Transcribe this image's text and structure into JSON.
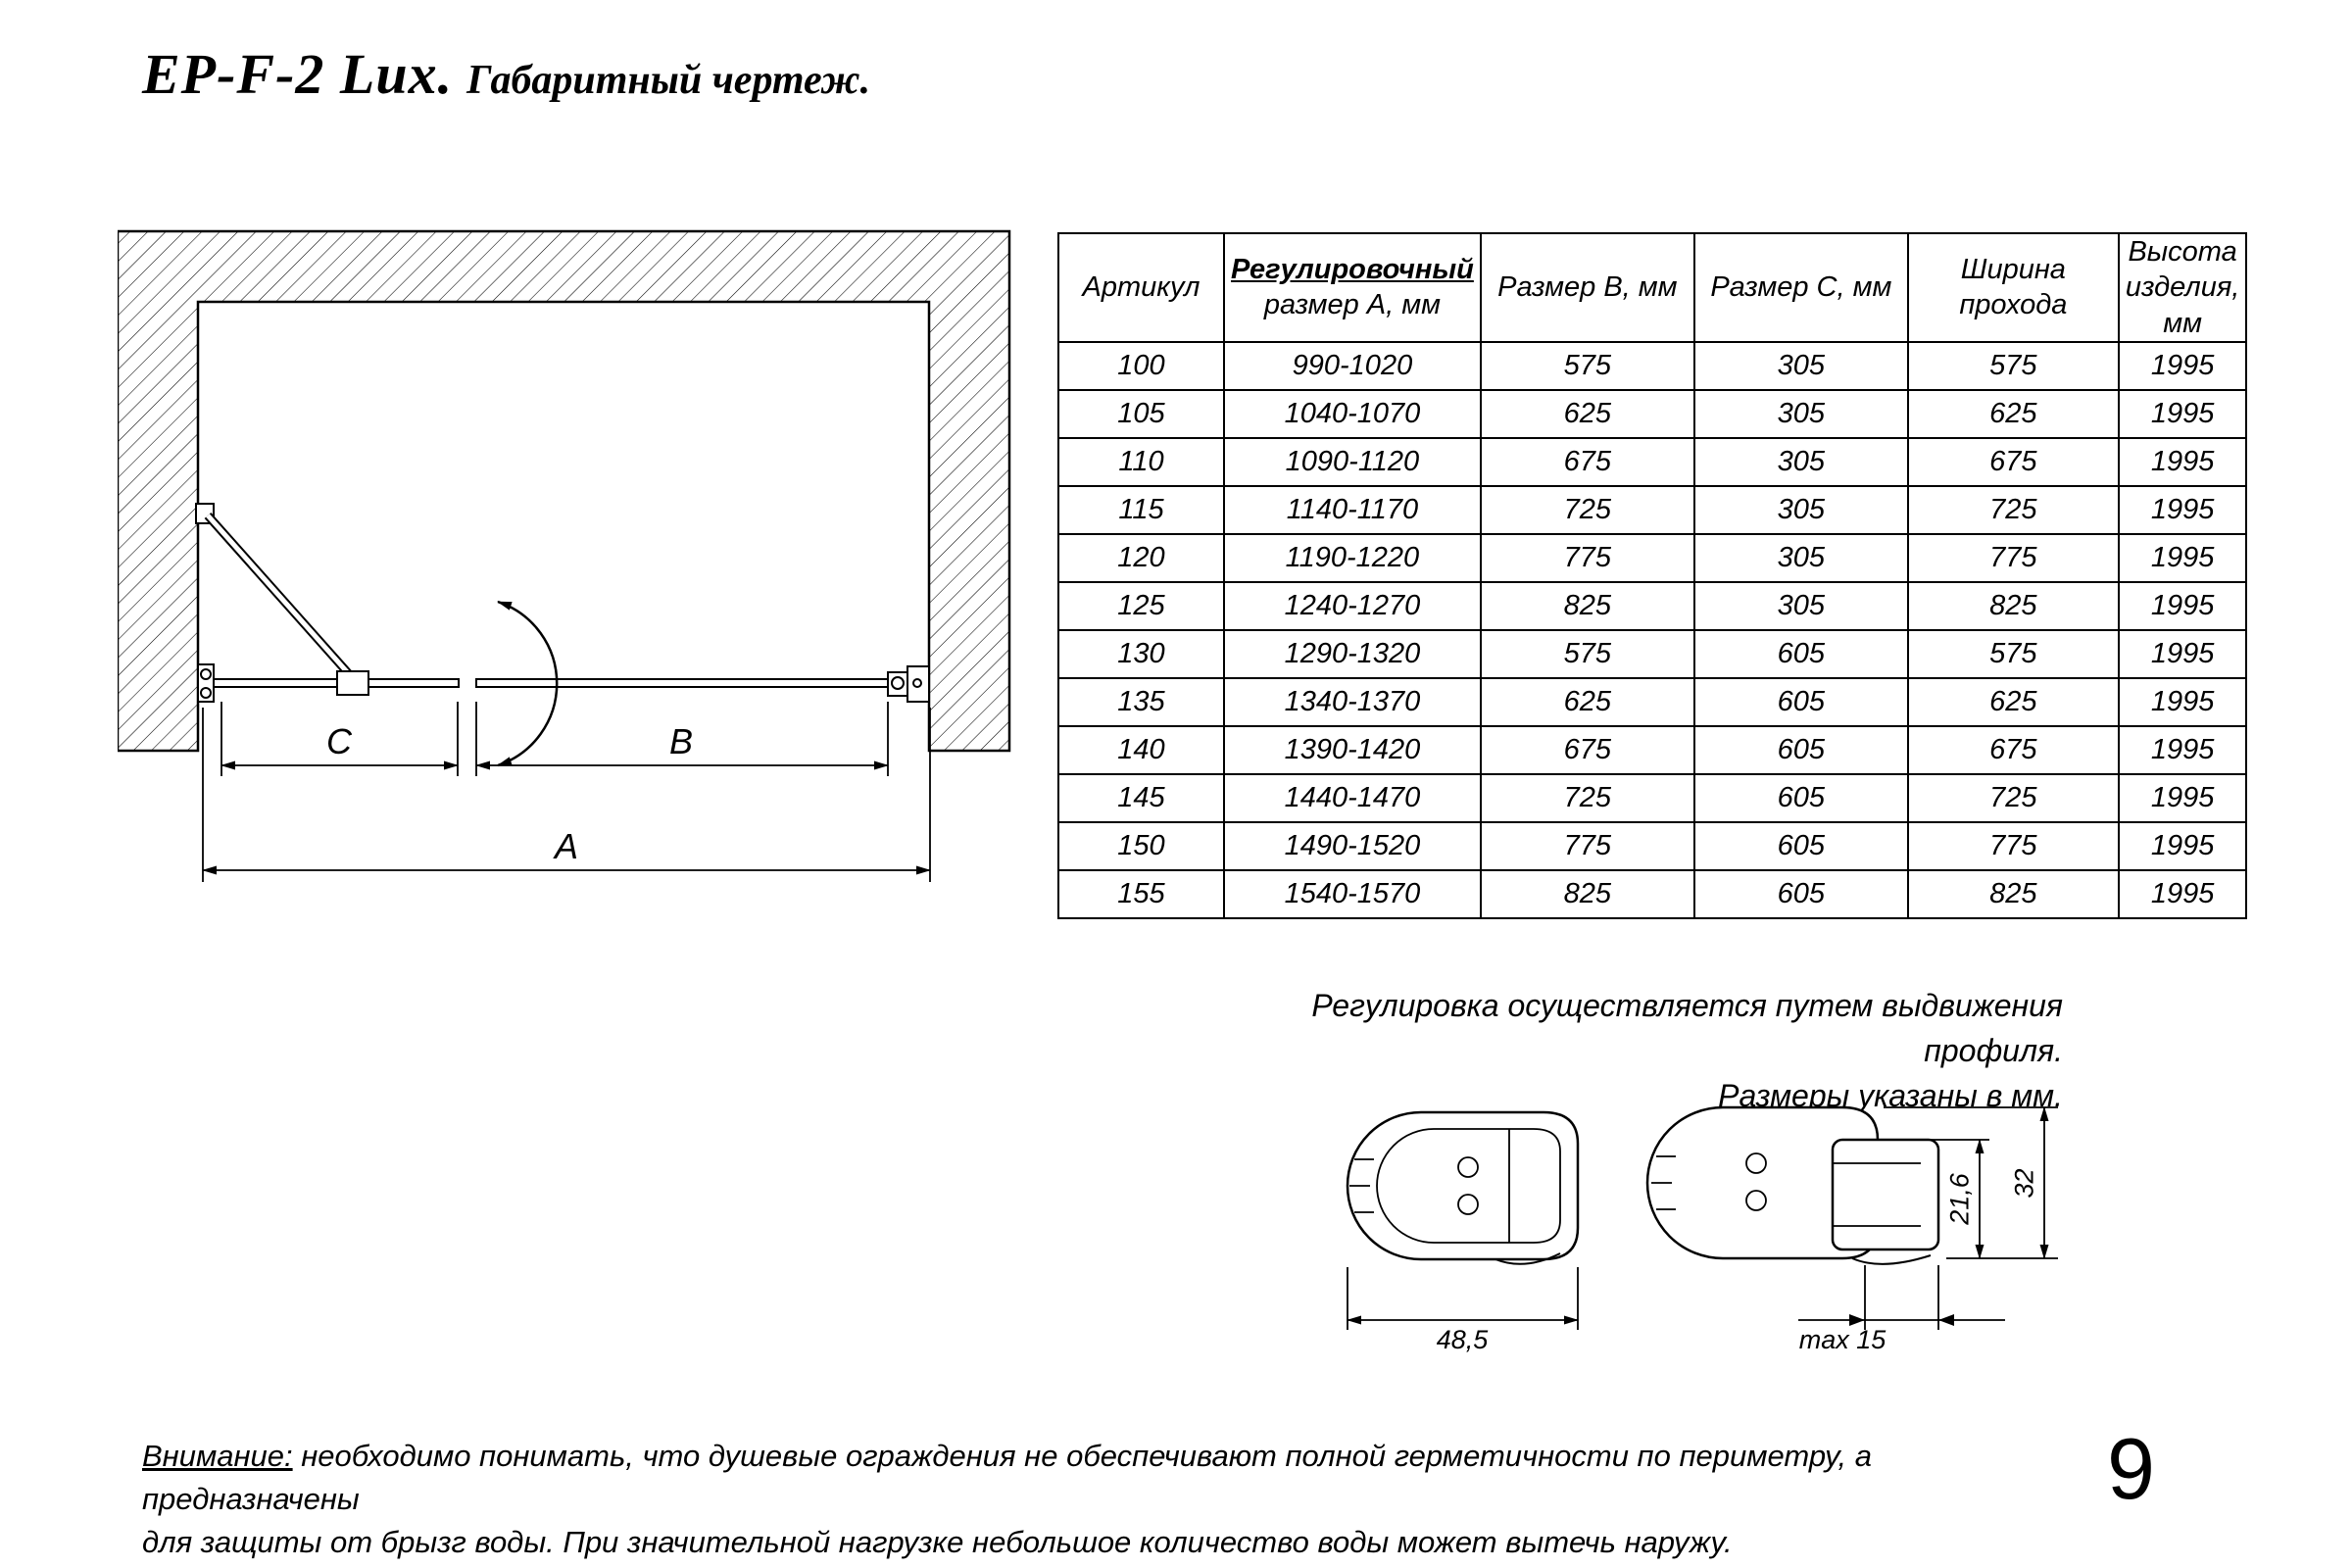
{
  "header": {
    "title_main": "EP-F-2 Lux.",
    "title_sub": "Габаритный чертеж."
  },
  "drawing": {
    "label_a": "A",
    "label_b": "B",
    "label_c": "C"
  },
  "table": {
    "headers": {
      "article": "Артикул",
      "adjust_word": "Регулировочный",
      "adjust_rest": "размер A, мм",
      "size_b": "Размер B, мм",
      "size_c": "Размер C, мм",
      "pass_width": "Ширина прохода",
      "height": "Высота изделия, мм"
    },
    "rows": [
      [
        "100",
        "990-1020",
        "575",
        "305",
        "575",
        "1995"
      ],
      [
        "105",
        "1040-1070",
        "625",
        "305",
        "625",
        "1995"
      ],
      [
        "110",
        "1090-1120",
        "675",
        "305",
        "675",
        "1995"
      ],
      [
        "115",
        "1140-1170",
        "725",
        "305",
        "725",
        "1995"
      ],
      [
        "120",
        "1190-1220",
        "775",
        "305",
        "775",
        "1995"
      ],
      [
        "125",
        "1240-1270",
        "825",
        "305",
        "825",
        "1995"
      ],
      [
        "130",
        "1290-1320",
        "575",
        "605",
        "575",
        "1995"
      ],
      [
        "135",
        "1340-1370",
        "625",
        "605",
        "625",
        "1995"
      ],
      [
        "140",
        "1390-1420",
        "675",
        "605",
        "675",
        "1995"
      ],
      [
        "145",
        "1440-1470",
        "725",
        "605",
        "725",
        "1995"
      ],
      [
        "150",
        "1490-1520",
        "775",
        "605",
        "775",
        "1995"
      ],
      [
        "155",
        "1540-1570",
        "825",
        "605",
        "825",
        "1995"
      ]
    ]
  },
  "notes": {
    "line1": "Регулировка осуществляется путем выдвижения профиля.",
    "line2": "Размеры указаны в мм."
  },
  "profiles": {
    "width": "48,5",
    "max_ext": "max 15",
    "inner_height": "21,6",
    "outer_height": "32"
  },
  "warning": {
    "lead": "Внимание:",
    "line1": " необходимо понимать, что душевые ограждения не обеспечивают полной герметичности по периметру, а предназначены",
    "line2": "для защиты от брызг воды. При значительной нагрузке небольшое количество воды может вытечь наружу."
  },
  "page_number": "9"
}
